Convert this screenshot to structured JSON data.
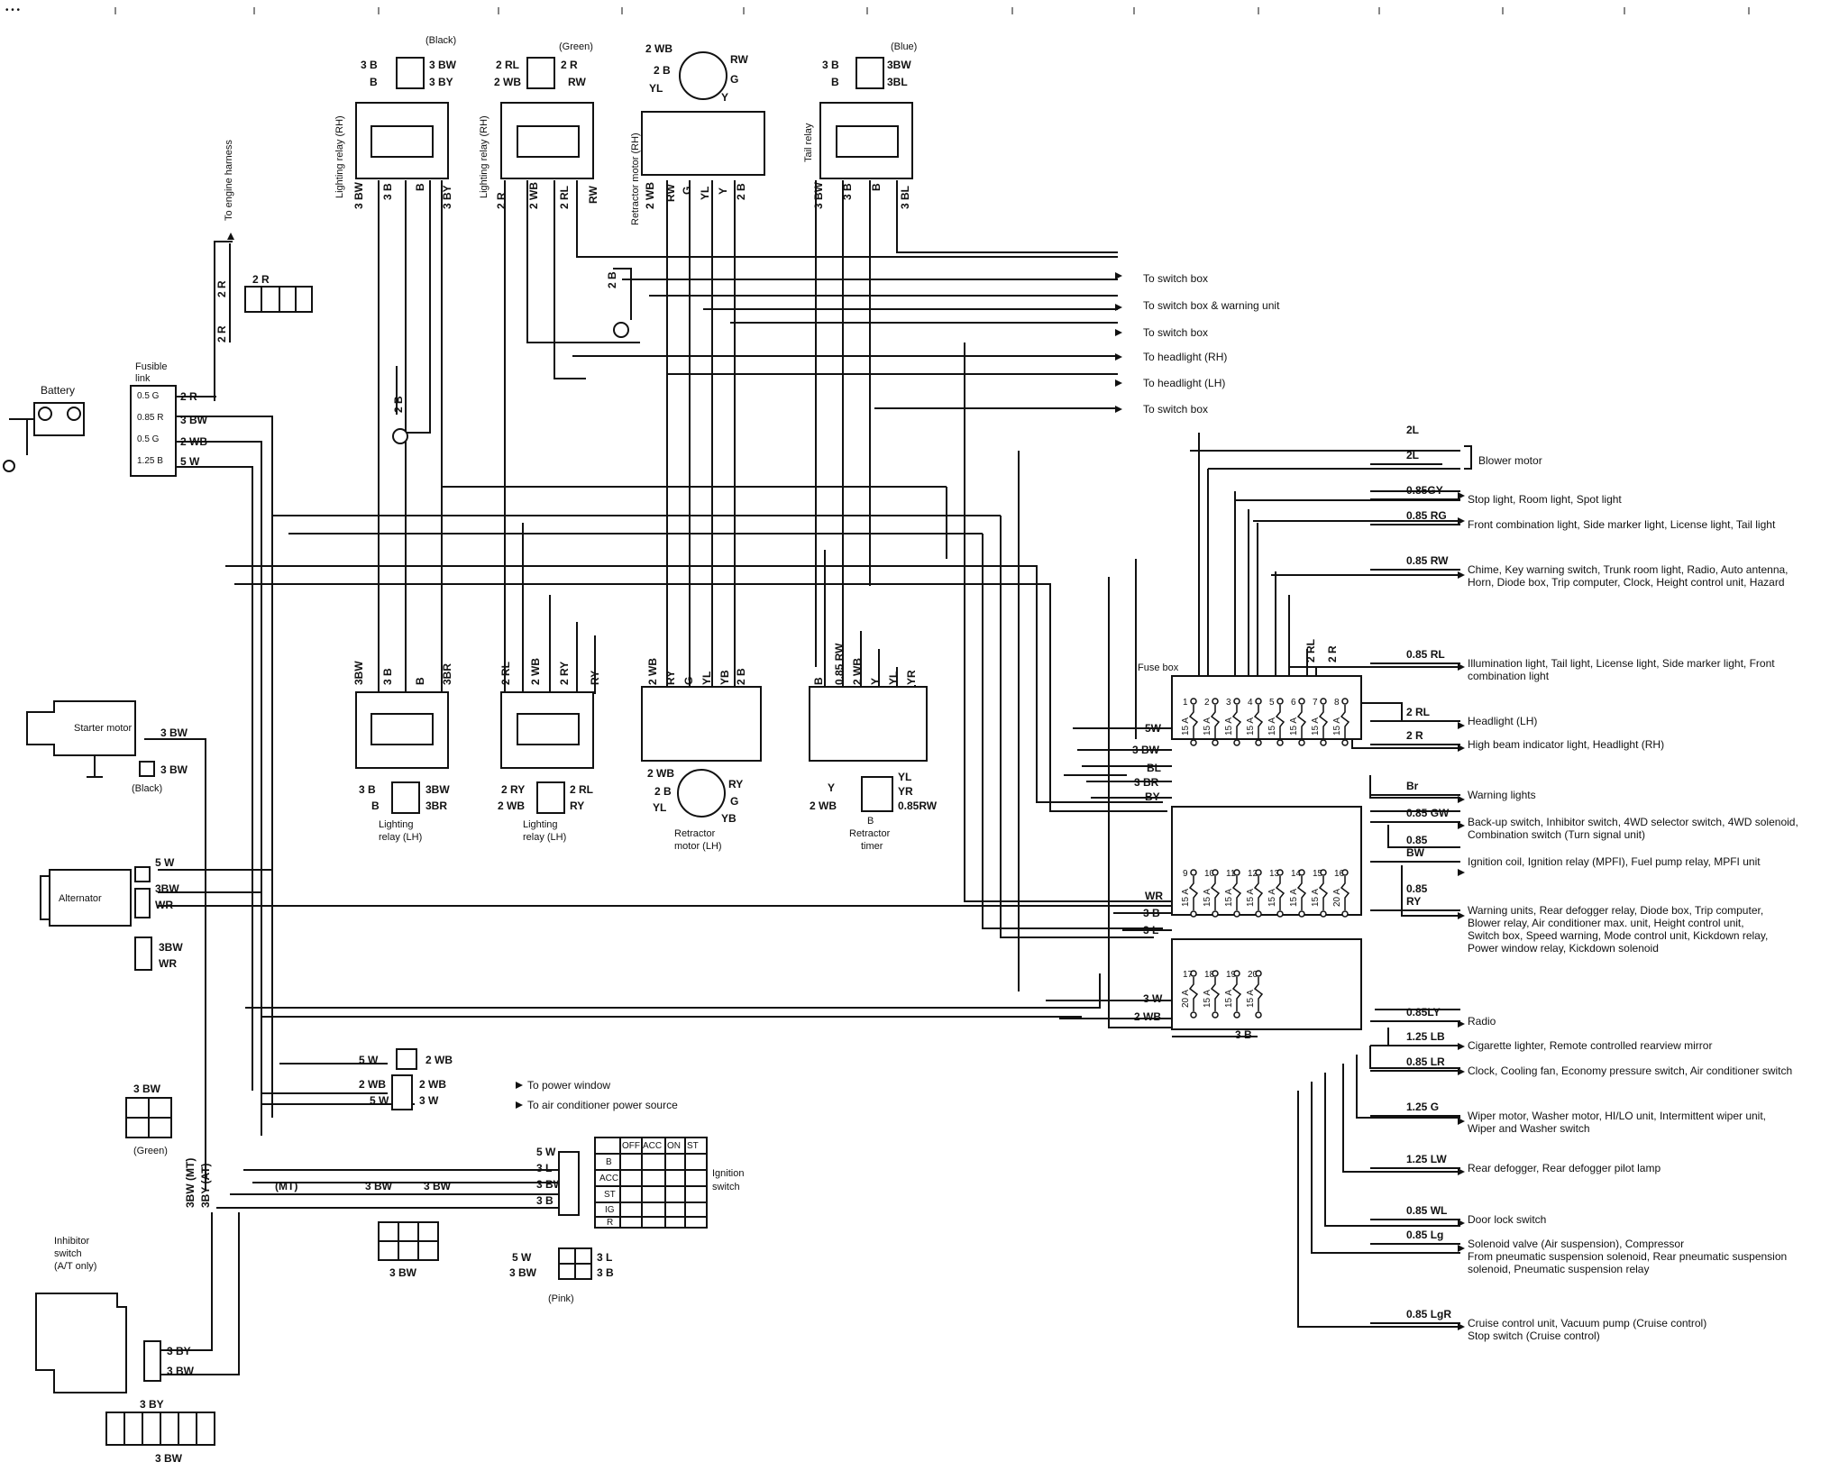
{
  "header_marks": "• • •",
  "components": {
    "battery": "Battery",
    "fusible_link": [
      "Fusible",
      "link"
    ],
    "fusible_ratings": [
      "0.5 G",
      "0.85 R",
      "0.5 G",
      "1.25 B"
    ],
    "starter_motor": "Starter motor",
    "alternator": "Alternator",
    "ignition_switch": [
      "Ignition",
      "switch"
    ],
    "inhibitor_switch": [
      "Inhibitor",
      "switch",
      "(A/T only)"
    ],
    "fuse_box": "Fuse box",
    "to_engine_harness": "To engine harness",
    "lighting_relay_rh": "Lighting relay (RH)",
    "lighting_relay_rh2": "Lighting relay (RH)",
    "retractor_motor_rh": "Retractor motor (RH)",
    "tail_relay": "Tail relay",
    "lighting_relay_lh_1": [
      "Lighting",
      "relay (LH)"
    ],
    "lighting_relay_lh_2": [
      "Lighting",
      "relay (LH)"
    ],
    "retractor_motor_lh": [
      "Retractor",
      "motor (LH)"
    ],
    "retractor_timer": [
      "B",
      "Retractor",
      "timer"
    ]
  },
  "connector_colors": {
    "black_top": "(Black)",
    "green_top": "(Green)",
    "blue_top": "(Blue)",
    "black_starter": "(Black)",
    "green_left": "(Green)",
    "pink": "(Pink)"
  },
  "top_relays": {
    "lr_rh_black": {
      "pins": [
        "3 B",
        "B",
        "3 BW",
        "3 BY"
      ],
      "wires": [
        "3 BW",
        "3 B",
        "B",
        "3 BY"
      ]
    },
    "lr_rh_green": {
      "pins": [
        "2 RL",
        "2 WB",
        "2 R",
        "RW"
      ],
      "wires": [
        "2 R",
        "2 WB",
        "2 RL",
        "RW"
      ]
    },
    "retractor_rh": {
      "pins": [
        "2 WB",
        "2 B",
        "YL",
        "RW",
        "G",
        "Y"
      ],
      "wires": [
        "2 WB",
        "RW",
        "G",
        "YL",
        "Y",
        "2 B"
      ]
    },
    "tail_relay": {
      "pins": [
        "3 B",
        "B",
        "3BW",
        "3BL"
      ],
      "wires": [
        "3 BW",
        "3 B",
        "B",
        "3 BL"
      ]
    }
  },
  "mid_relays": {
    "lr_lh_1": {
      "wires": [
        "3BW",
        "3 B",
        "B",
        "3BR"
      ],
      "pins": [
        "3 B",
        "B",
        "3BW",
        "3BR"
      ]
    },
    "lr_lh_2": {
      "wires": [
        "2 RL",
        "2 WB",
        "2 RY",
        "RY"
      ],
      "pins": [
        "2 RY",
        "2 WB",
        "2 RL",
        "RY"
      ]
    },
    "retractor_lh": {
      "wires": [
        "2 WB",
        "RY",
        "G",
        "YL",
        "YB",
        "2 B"
      ],
      "pins": [
        "2 WB",
        "2 B",
        "YL",
        "RY",
        "G",
        "YB"
      ]
    },
    "timer": {
      "wires": [
        "B",
        "0.85 RW",
        "2 WB",
        "Y",
        "YL",
        "YR"
      ],
      "pins": [
        "Y",
        "2 WB",
        "YL",
        "YR",
        "0.85RW"
      ]
    }
  },
  "left_wires": {
    "to_engine": [
      "2 R",
      "2 R",
      "2 R"
    ],
    "fusible_out": [
      "2 R",
      "3 BW",
      "2 WB",
      "5 W"
    ],
    "starter": [
      "3 BW",
      "3 BW"
    ],
    "alternator": [
      "5 W",
      "3BW",
      "WR",
      "3BW",
      "WR"
    ],
    "ground_2b_left": "2 B",
    "ground_2b_top": "2 B",
    "inhibitor_conn": [
      "3 BW",
      "3BW (MT)",
      "3BY (AT)"
    ],
    "power_window_conn": [
      "5 W",
      "2 WB",
      "2 WB",
      "2 WB",
      "5 W",
      "3 W"
    ],
    "bottom": [
      "(MT)",
      "3 BW",
      "3 BW",
      "5 W",
      "3 L",
      "3 BW",
      "3 B"
    ],
    "ign_conn_bottom": "3 BW",
    "pink_conn": [
      "5 W",
      "3 BW",
      "3 L",
      "3 B"
    ],
    "inhibitor_bottom": [
      "3 BY",
      "3 BW",
      "3 BY",
      "3 BW"
    ]
  },
  "destinations_top": [
    "To switch box",
    "To switch box & warning unit",
    "To switch box",
    "To headlight (RH)",
    "To headlight (LH)",
    "To switch box",
    "To power window",
    "To air conditioner power source"
  ],
  "ignition_table": {
    "cols": [
      "OFF",
      "ACC",
      "ON",
      "ST"
    ],
    "rows": [
      "B",
      "ACC",
      "ST",
      "IG",
      "R"
    ]
  },
  "fuse_box": {
    "inputs": [
      "5W",
      "3 BW",
      "BL",
      "3 BR",
      "BY",
      "WR",
      "3 B",
      "3 L",
      "3 W",
      "2 WB",
      "3 B"
    ],
    "top_wires": [
      "2 RL",
      "2 R"
    ],
    "row1_nums": [
      "1",
      "2",
      "3",
      "4",
      "5",
      "6",
      "7",
      "8"
    ],
    "row1_amps": [
      "15 A",
      "15 A",
      "15 A",
      "15 A",
      "15 A",
      "15 A",
      "15 A",
      "15 A"
    ],
    "row2_nums": [
      "9",
      "10",
      "11",
      "12",
      "13",
      "14",
      "15",
      "16"
    ],
    "row2_amps": [
      "15 A",
      "15 A",
      "15 A",
      "15 A",
      "15 A",
      "15 A",
      "15 A",
      "20 A"
    ],
    "row3_nums": [
      "17",
      "18",
      "19",
      "20"
    ],
    "row3_amps": [
      "20 A",
      "15 A",
      "15 A",
      "15 A"
    ]
  },
  "outputs": [
    {
      "wire": "2L",
      "label": [
        "Blower motor"
      ]
    },
    {
      "wire": "2L",
      "label": []
    },
    {
      "wire": "0.85GY",
      "label": [
        "Stop light, Room light, Spot light"
      ]
    },
    {
      "wire": "0.85 RG",
      "label": [
        "Front combination light, Side marker light, License light, Tail light"
      ]
    },
    {
      "wire": "0.85 RW",
      "label": [
        "Chime, Key warning switch, Trunk room light, Radio, Auto antenna,",
        "Horn, Diode box, Trip computer, Clock, Height control unit, Hazard"
      ]
    },
    {
      "wire": "0.85 RL",
      "label": [
        "Illumination light, Tail light, License light, Side marker light, Front",
        "combination light"
      ]
    },
    {
      "wire": "2 RL",
      "label": [
        "Headlight (LH)"
      ]
    },
    {
      "wire": "2 R",
      "label": [
        "High beam indicator light, Headlight (RH)"
      ]
    },
    {
      "wire": "Br",
      "label": [
        "Warning lights"
      ]
    },
    {
      "wire": "0.85 GW",
      "label": [
        "Back-up switch, Inhibitor switch, 4WD selector switch, 4WD solenoid,",
        "Combination switch (Turn signal unit)"
      ]
    },
    {
      "wire": "0.85\nBW",
      "label": [
        "Ignition coil, Ignition relay (MPFI), Fuel pump relay, MPFI unit"
      ]
    },
    {
      "wire": "0.85\nRY",
      "label": [
        "Warning units, Rear defogger relay, Diode box, Trip computer,",
        "Blower relay, Air conditioner max. unit, Height control unit,",
        "Switch box, Speed warning, Mode control unit, Kickdown relay,",
        "Power window relay, Kickdown solenoid"
      ]
    },
    {
      "wire": "0.85LY",
      "label": [
        "Radio"
      ]
    },
    {
      "wire": "1.25 LB",
      "label": [
        "Cigarette lighter, Remote controlled rearview mirror"
      ]
    },
    {
      "wire": "0.85 LR",
      "label": [
        "Clock, Cooling fan, Economy pressure switch, Air conditioner switch"
      ]
    },
    {
      "wire": "1.25 G",
      "label": [
        "Wiper motor, Washer motor, HI/LO unit, Intermittent wiper unit,",
        "Wiper and Washer switch"
      ]
    },
    {
      "wire": "1.25 LW",
      "label": [
        "Rear defogger, Rear defogger pilot lamp"
      ]
    },
    {
      "wire": "0.85 WL",
      "label": [
        "Door lock switch"
      ]
    },
    {
      "wire": "0.85 Lg",
      "label": [
        "Solenoid valve (Air suspension), Compressor",
        "From pneumatic suspension solenoid, Rear pneumatic suspension",
        "solenoid, Pneumatic suspension relay"
      ]
    },
    {
      "wire": "0.85 LgR",
      "label": [
        "Cruise control unit, Vacuum pump (Cruise control)",
        "Stop switch (Cruise control)"
      ]
    }
  ]
}
